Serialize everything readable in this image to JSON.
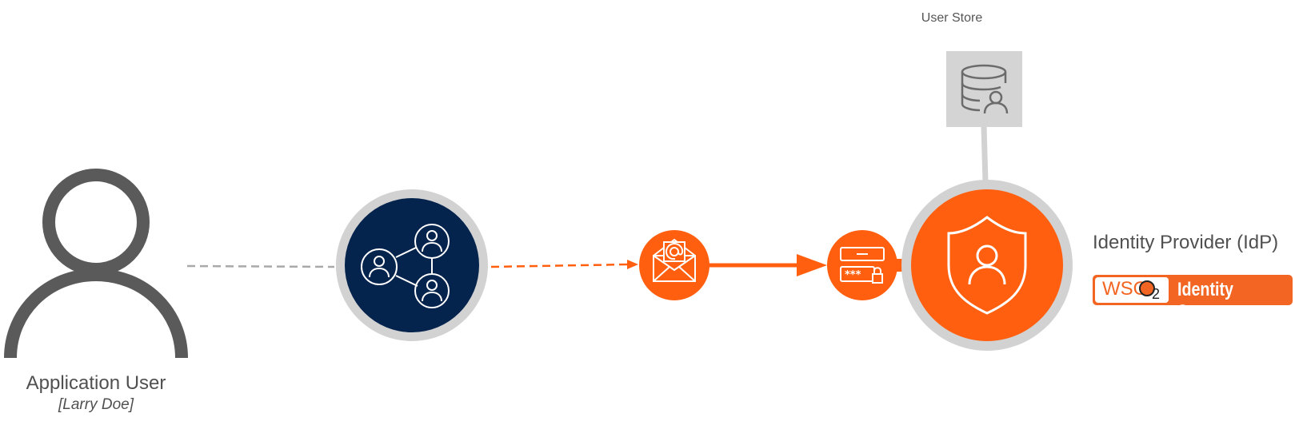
{
  "user_store": {
    "label": "User Store",
    "icon": "database-user-icon"
  },
  "application_user": {
    "label": "Application User",
    "name": "[Larry Doe]",
    "icon": "user-icon"
  },
  "social_network": {
    "icon": "people-network-icon"
  },
  "email_node": {
    "icon": "email-at-icon"
  },
  "password_node": {
    "icon": "password-lock-icon"
  },
  "identity_provider": {
    "label": "Identity Provider (IdP)",
    "icon": "shield-user-icon",
    "logo": {
      "brand_text": "WSO",
      "brand_sub": "2",
      "product_text": "Identity Server"
    }
  },
  "colors": {
    "accent_orange": "#ff5f0f",
    "navy": "#04234d",
    "ring_gray": "#d2d2d2",
    "user_gray": "#5a5a5a",
    "dashed_gray": "#a9a9a9",
    "store_box_gray": "#d4d4d4"
  }
}
